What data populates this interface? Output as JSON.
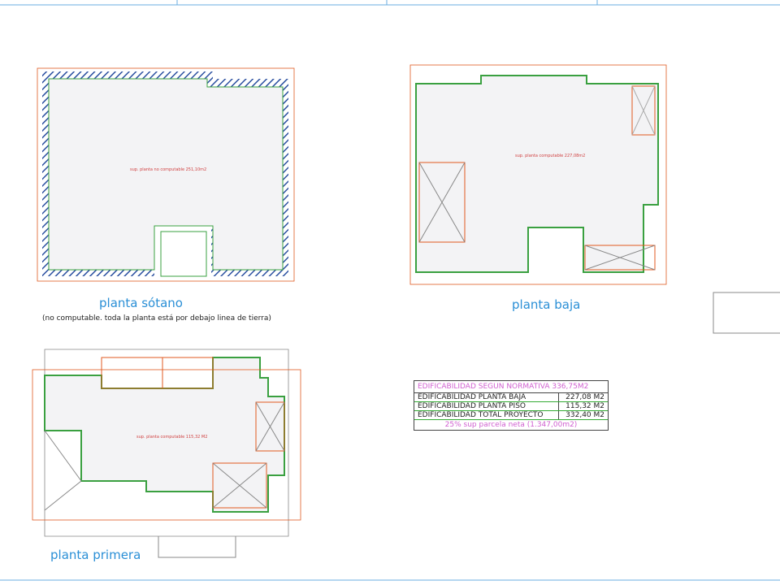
{
  "plans": {
    "sotano": {
      "title": "planta sótano",
      "note": "(no computable. toda la planta está por debajo linea de tierra)",
      "area": "sup. planta no computable 251,10m2"
    },
    "baja": {
      "title": "planta baja",
      "area": "sup. planta computable 227,08m2"
    },
    "primera": {
      "title": "planta primera",
      "area": "sup. planta computable 115,32 M2"
    }
  },
  "table": {
    "header": "EDIFICABILIDAD SEGUN NORMATIVA 336,75M2",
    "rows": [
      {
        "label": "EDIFICABILIDAD PLANTA BAJA",
        "value": "227,08 M2"
      },
      {
        "label": "EDIFICABILIDAD PLANTA PISO",
        "value": "115,32 M2"
      },
      {
        "label": "EDIFICABILIDAD TOTAL PROYECTO",
        "value": "332,40 M2"
      }
    ],
    "footer": "25% sup parcela neta (1.347,00m2)"
  },
  "colors": {
    "wall": "#3aa040",
    "dim": "#e05a20",
    "hatch": "#2a4fa0",
    "title": "#2a8fd6",
    "highlight": "#d060d0"
  }
}
